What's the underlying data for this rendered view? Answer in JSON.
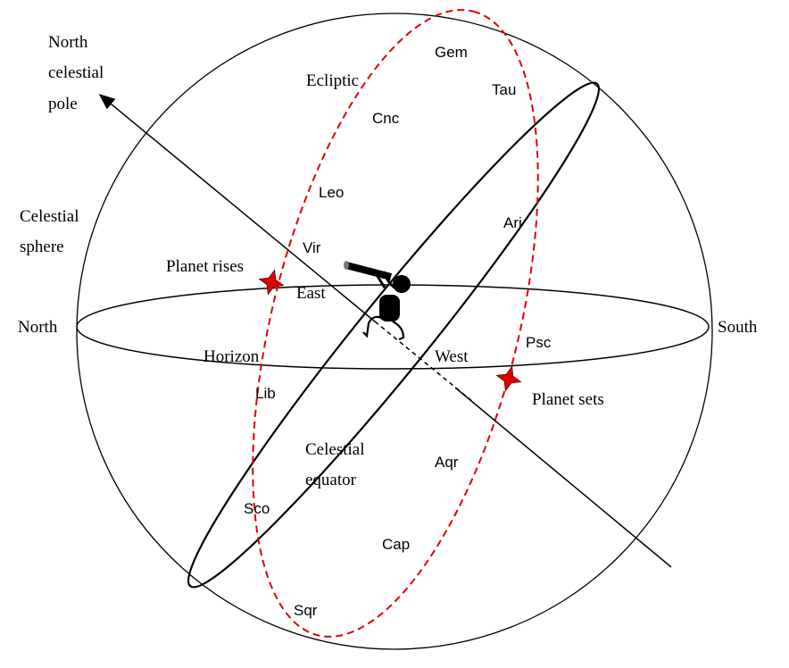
{
  "labels": {
    "north_pole": [
      "North",
      "celestial",
      "pole"
    ],
    "celestial_sphere": [
      "Celestial",
      "sphere"
    ],
    "north": "North",
    "south": "South",
    "ecliptic": "Ecliptic",
    "planet_rises": "Planet rises",
    "planet_sets": "Planet sets",
    "east": "East",
    "west": "West",
    "horizon": "Horizon",
    "celestial_equator": [
      "Celestial",
      "equator"
    ]
  },
  "constellations": {
    "gem": "Gem",
    "tau": "Tau",
    "cnc": "Cnc",
    "leo": "Leo",
    "ari": "Ari",
    "vir": "Vir",
    "psc": "Psc",
    "lib": "Lib",
    "aqr": "Aqr",
    "sco": "Sco",
    "cap": "Cap",
    "sqr": "Sqr"
  },
  "colors": {
    "ecliptic": "#e00000",
    "star": "#e00000",
    "line": "#000000"
  }
}
